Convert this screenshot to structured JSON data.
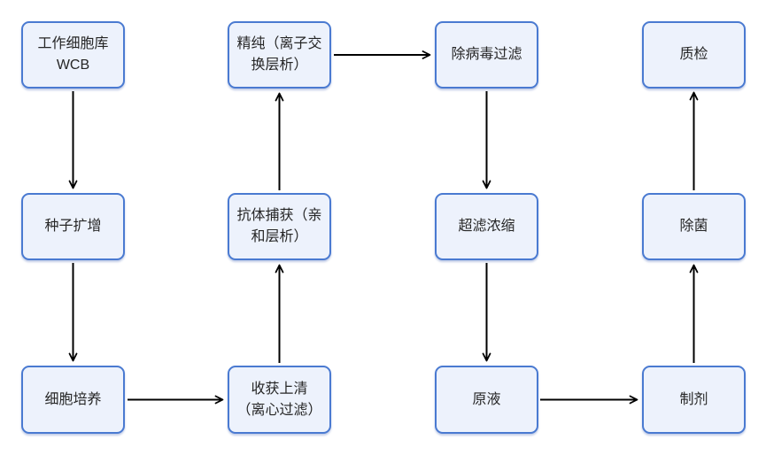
{
  "diagram": {
    "title": "",
    "background_color": "#ffffff",
    "node_fill_color": "#edf2fc",
    "node_border_color": "#4a7ad1",
    "text_color": "#262626",
    "arrow_color": "#000000",
    "nodes": [
      {
        "id": "wcb",
        "label": "工作细胞库\nWCB"
      },
      {
        "id": "seed-expansion",
        "label": "种子扩增"
      },
      {
        "id": "cell-culture",
        "label": "细胞培养"
      },
      {
        "id": "harvest-supernatant",
        "label": "收获上清\n（离心过滤）"
      },
      {
        "id": "antibody-capture",
        "label": "抗体捕获（亲\n和层析）"
      },
      {
        "id": "polishing-iex",
        "label": "精纯（离子交\n换层析）"
      },
      {
        "id": "virus-removal-filtration",
        "label": "除病毒过滤"
      },
      {
        "id": "ultrafiltration-concentration",
        "label": "超滤浓缩"
      },
      {
        "id": "bulk-solution",
        "label": "原液"
      },
      {
        "id": "formulation",
        "label": "制剂"
      },
      {
        "id": "sterile-filtration",
        "label": "除菌"
      },
      {
        "id": "quality-control",
        "label": "质检"
      }
    ],
    "edges": [
      {
        "from": "wcb",
        "to": "seed-expansion",
        "direction": "down"
      },
      {
        "from": "seed-expansion",
        "to": "cell-culture",
        "direction": "down"
      },
      {
        "from": "cell-culture",
        "to": "harvest-supernatant",
        "direction": "right"
      },
      {
        "from": "harvest-supernatant",
        "to": "antibody-capture",
        "direction": "up"
      },
      {
        "from": "antibody-capture",
        "to": "polishing-iex",
        "direction": "up"
      },
      {
        "from": "polishing-iex",
        "to": "virus-removal-filtration",
        "direction": "right"
      },
      {
        "from": "virus-removal-filtration",
        "to": "ultrafiltration-concentration",
        "direction": "down"
      },
      {
        "from": "ultrafiltration-concentration",
        "to": "bulk-solution",
        "direction": "down"
      },
      {
        "from": "bulk-solution",
        "to": "formulation",
        "direction": "right"
      },
      {
        "from": "formulation",
        "to": "sterile-filtration",
        "direction": "up"
      },
      {
        "from": "sterile-filtration",
        "to": "quality-control",
        "direction": "up"
      }
    ]
  }
}
